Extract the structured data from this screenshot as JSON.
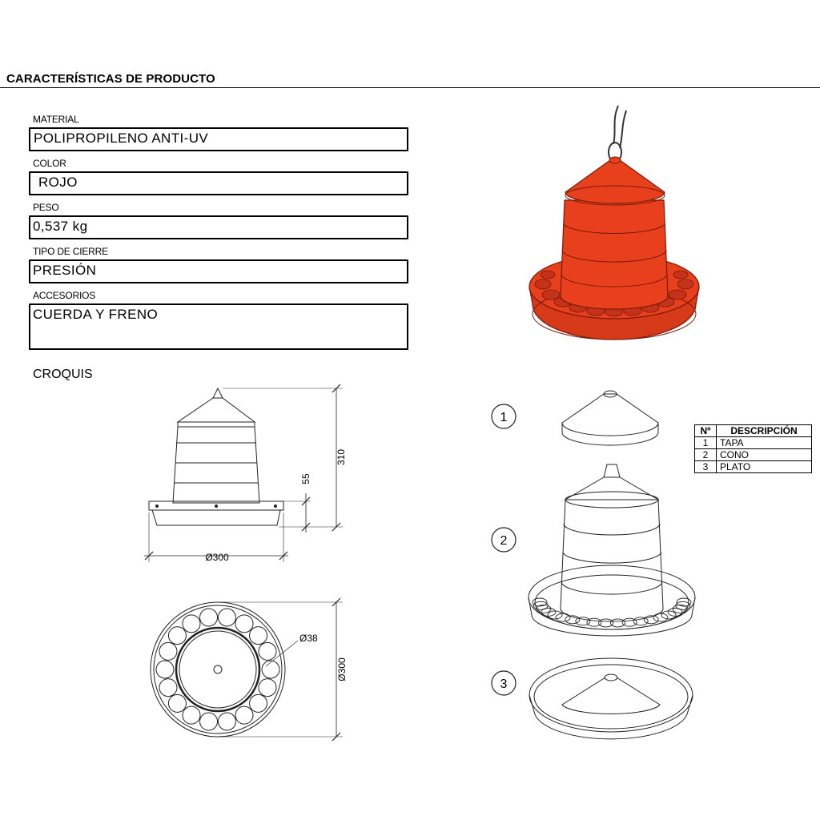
{
  "header": {
    "title": "CARACTERÍSTICAS DE PRODUCTO"
  },
  "fields": [
    {
      "label": "MATERIAL",
      "value": "POLIPROPILENO ANTI-UV"
    },
    {
      "label": "COLOR",
      "value": "ROJO"
    },
    {
      "label": "PESO",
      "value": "0,537 kg"
    },
    {
      "label": "TIPO DE CIERRE",
      "value": "PRESIÓN"
    },
    {
      "label": "ACCESORIOS",
      "value": "CUERDA Y FRENO"
    }
  ],
  "sketch": {
    "title": "CROQUIS",
    "height_dim": "310",
    "plate_height_dim": "55",
    "plate_diameter_dim": "Ø300",
    "hole_diameter_dim": "Ø38",
    "top_view_diameter_dim": "Ø300"
  },
  "parts_table": {
    "headers": [
      "Nº",
      "DESCRIPCIÓN"
    ],
    "rows": [
      {
        "num": "1",
        "desc": "TAPA"
      },
      {
        "num": "2",
        "desc": "CONO"
      },
      {
        "num": "3",
        "desc": "PLATO"
      }
    ]
  },
  "callouts": [
    "1",
    "2",
    "3"
  ],
  "colors": {
    "product": "#e8401c",
    "product_dark": "#b52a10"
  }
}
